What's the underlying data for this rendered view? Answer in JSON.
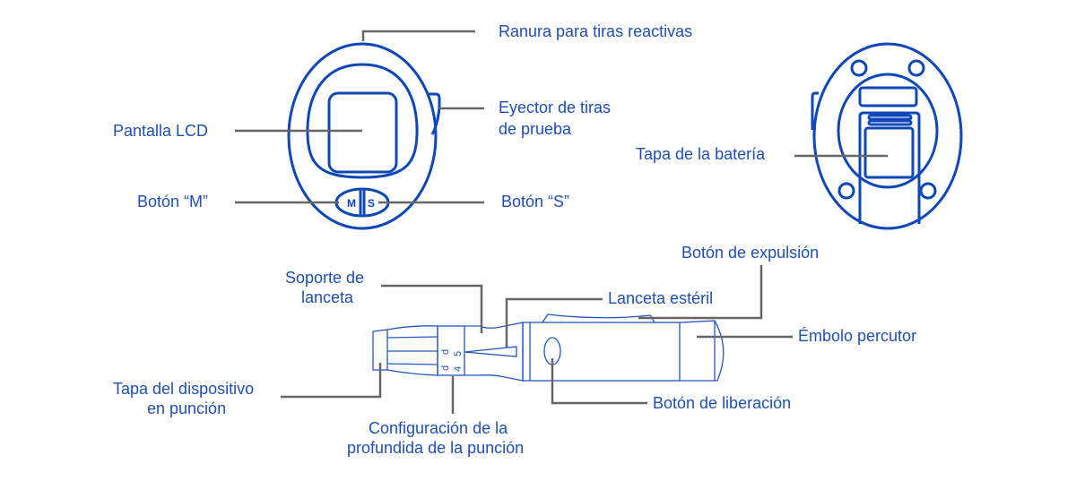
{
  "meter_front": {
    "labels": {
      "strip_slot": "Ranura para tiras reactivas",
      "lcd": "Pantalla LCD",
      "ejector_line1": "Eyector de tiras",
      "ejector_line2": "de prueba",
      "button_m": "Botón “M”",
      "button_s": "Botón “S”"
    },
    "button_glyphs": {
      "m": "M",
      "s": "S"
    }
  },
  "meter_back": {
    "labels": {
      "battery_cover": "Tapa de la batería"
    }
  },
  "lancing_device": {
    "labels": {
      "lancet_holder_line1": "Soporte de",
      "lancet_holder_line2": "lanceta",
      "sterile_lancet": "Lanceta estéril",
      "eject_button": "Botón de expulsión",
      "plunger": "Émbolo percutor",
      "release_button": "Botón de liberación",
      "cap_line1": "Tapa del dispositivo",
      "cap_line2": "en punción",
      "depth_line1": "Configuración de la",
      "depth_line2": "profundida de la punción"
    },
    "dial_numbers": {
      "a": "5",
      "b": "4"
    }
  }
}
